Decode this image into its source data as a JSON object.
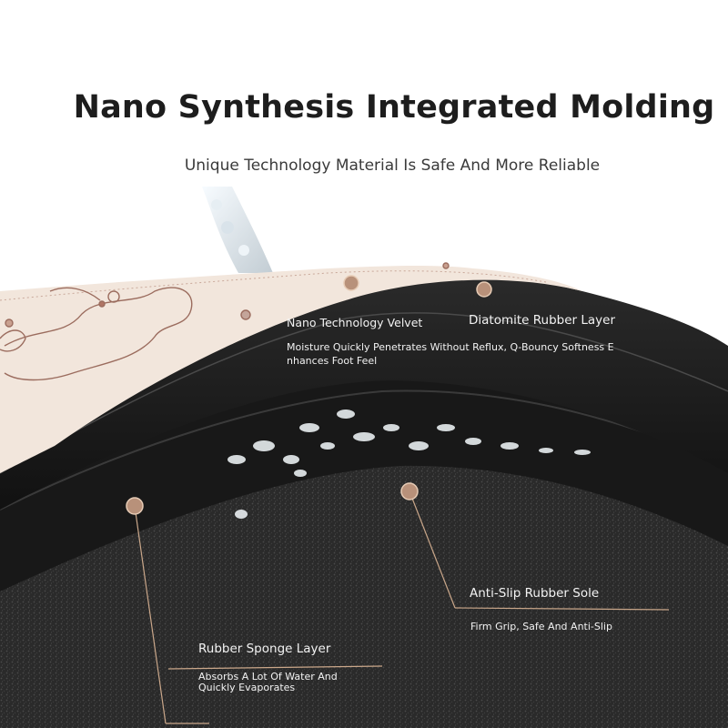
{
  "title": "Nano Synthesis Integrated Molding",
  "subtitle": "Unique Technology Material Is Safe And More Reliable",
  "layers": {
    "velvet": "Nano Technology Velvet",
    "diatomite": "Diatomite Rubber Layer",
    "diatomite_desc": "Moisture Quickly Penetrates Without Reflux, Q-Bouncy Softness Enhances Foot Feel",
    "sole": "Anti-Slip Rubber Sole",
    "sole_desc": "Firm Grip, Safe And Anti-Slip",
    "sponge": "Rubber Sponge Layer",
    "sponge_desc": "Absorbs A Lot Of Water And Quickly Evaporates"
  },
  "colors": {
    "velvet_surface": "#f2e6dc",
    "rubber_layer": "#1e1e1e",
    "sponge": "#2c2c2c",
    "marker": "#b8917a"
  }
}
